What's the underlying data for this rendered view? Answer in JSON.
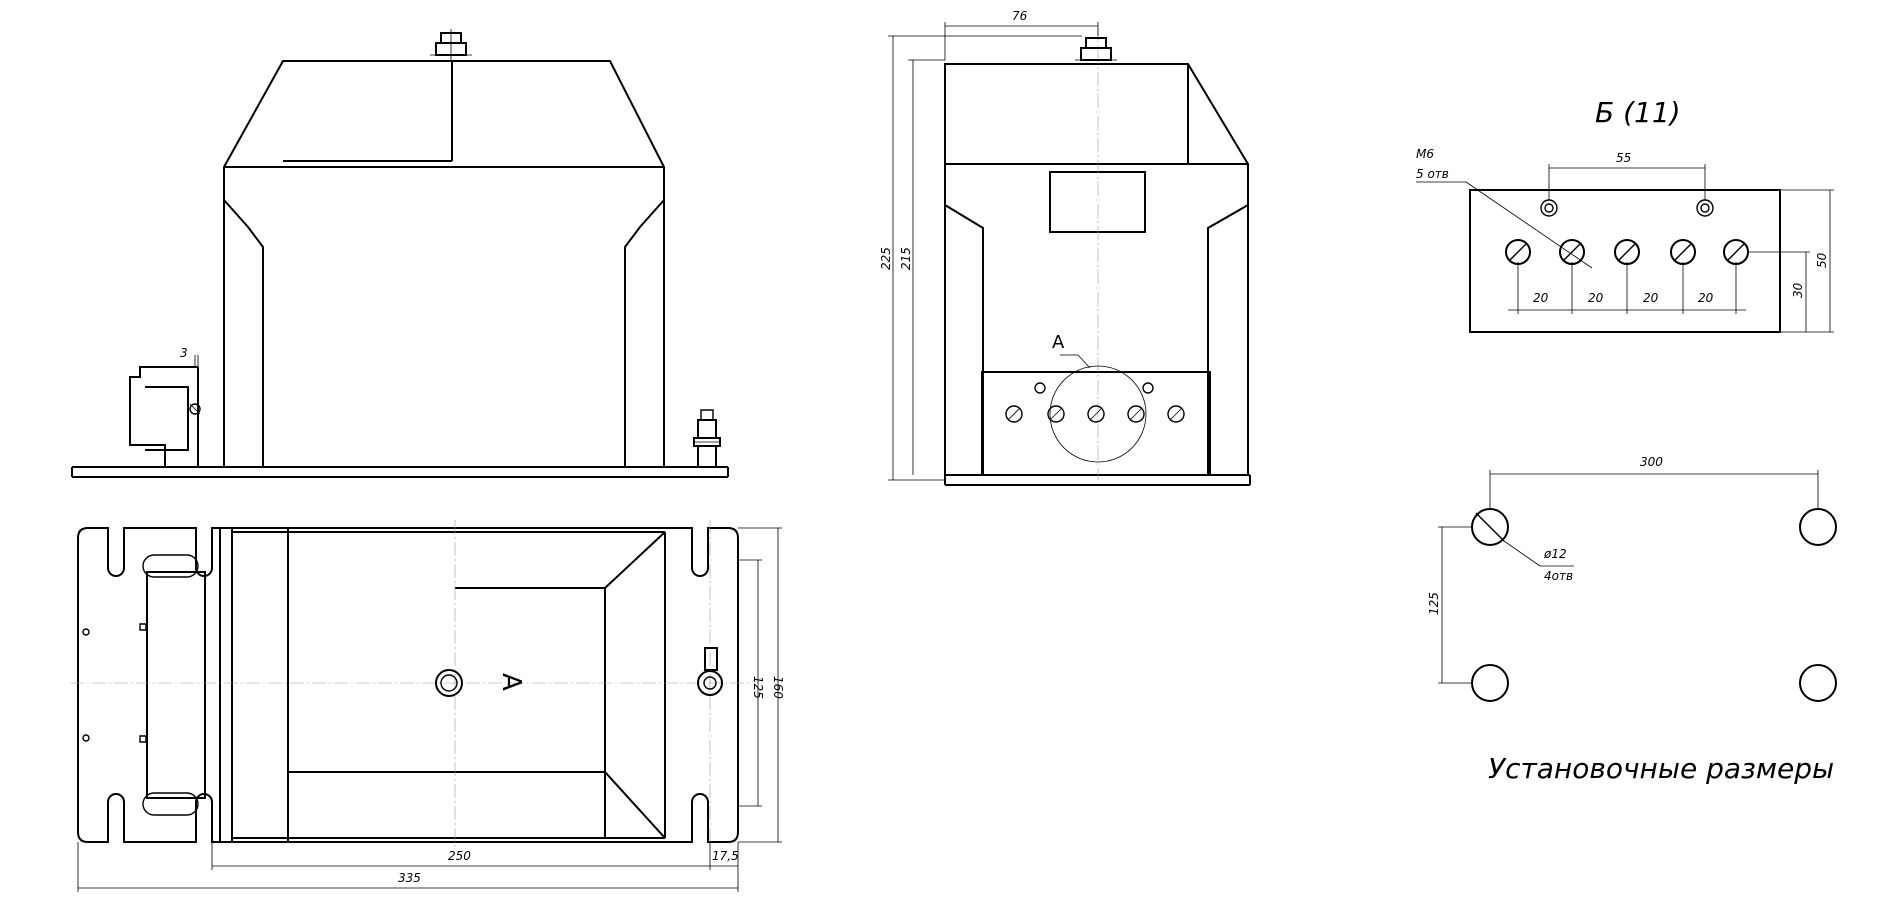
{
  "views": {
    "side_view": {
      "dim_gap": "3"
    },
    "front_view": {
      "dim_top_width": "76",
      "dim_total_height": "225",
      "dim_body_height": "215",
      "callout": "А"
    },
    "top_view": {
      "marker": "А",
      "dim_inner_height": "125",
      "dim_outer_height": "160",
      "dim_inner_length": "250",
      "dim_edge_offset": "17,5",
      "dim_total_length": "335"
    },
    "detail_b": {
      "title": "Б (11)",
      "thread_label": "М6",
      "holes_label": "5 отв",
      "dim_top_spacing": "55",
      "dim_pitch": [
        "20",
        "20",
        "20",
        "20"
      ],
      "dim_height_inner": "30",
      "dim_height_outer": "50"
    },
    "mounting": {
      "dim_width": "300",
      "dim_height": "125",
      "diameter": "ø12",
      "holes": "4отв",
      "caption": "Установочные размеры"
    }
  }
}
